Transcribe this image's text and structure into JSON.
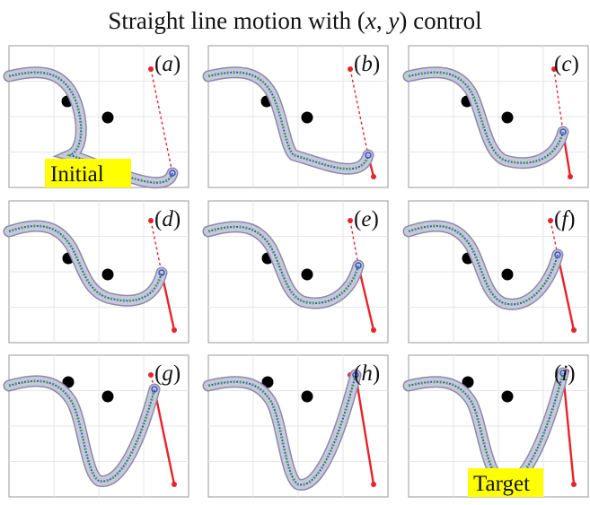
{
  "title": {
    "prefix": "Straight line motion with (",
    "x": "x",
    "sep": ", ",
    "y": "y",
    "suffix": ") control"
  },
  "panels": [
    {
      "label": "a",
      "badge": "Initial"
    },
    {
      "label": "b"
    },
    {
      "label": "c"
    },
    {
      "label": "d"
    },
    {
      "label": "e"
    },
    {
      "label": "f"
    },
    {
      "label": "g"
    },
    {
      "label": "h"
    },
    {
      "label": "i",
      "badge": "Target"
    }
  ],
  "colors": {
    "rod_fill": "#c8c8dc",
    "rod_green": "#3aa845",
    "rod_blue": "#3a4fc8",
    "target_line": "#e8232a",
    "obstacle": "#000000",
    "badge": "#ffff00",
    "frame": "#9a9a9a",
    "grid": "#e6e6e6"
  }
}
